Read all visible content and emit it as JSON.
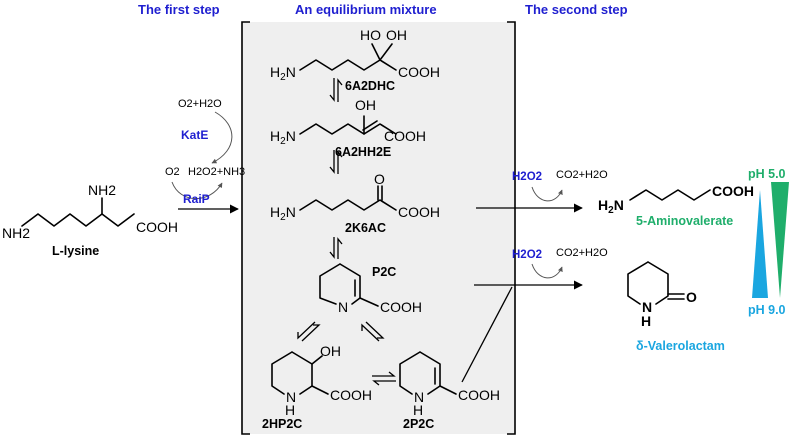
{
  "headers": {
    "first_step": "The first step",
    "equilibrium": "An equilibrium mixture",
    "second_step": "The second step"
  },
  "reactants": {
    "lysine_label": "L-lysine",
    "lysine_nh2_side": "NH2",
    "lysine_nh2_alpha": "NH2",
    "lysine_acid": "COOH"
  },
  "enzymes": {
    "kate": "KatE",
    "ralp": "RaiP",
    "o2_h2o": "O2+H2O",
    "o2": "O2",
    "h2o2_nh3": "H2O2+NH3"
  },
  "intermediates": {
    "a6a2dhc": "6A2DHC",
    "a6a2hh2e": "6A2HH2E",
    "k6ac": "2K6AC",
    "p2c": "P2C",
    "hp2c": "2HP2C",
    "p2c_prime": "2P2C"
  },
  "second_step": {
    "h2o2": "H2O2",
    "co2_h2o": "CO2+H2O"
  },
  "products": {
    "aminovalerate": "5-Aminovalerate",
    "valerolactam": "δ-Valerolactam"
  },
  "ph": {
    "low": "pH 5.0",
    "high": "pH 9.0"
  },
  "colors": {
    "header_blue": "#1f1fd0",
    "green": "#1fae6b",
    "cyan": "#1aa6e0",
    "box_fill": "#efefef"
  }
}
